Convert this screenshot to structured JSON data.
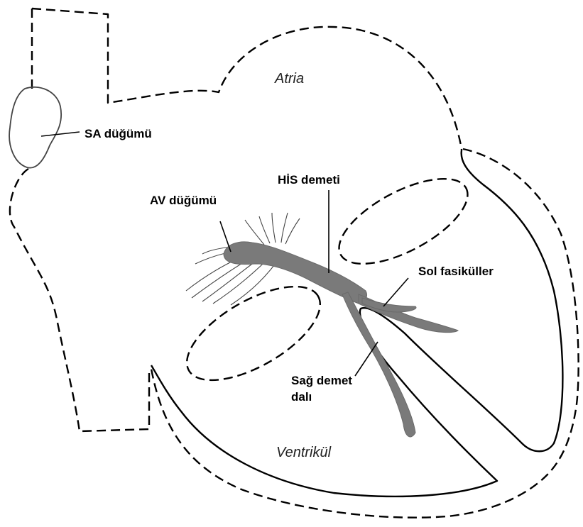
{
  "labels": {
    "atria": "Atria",
    "ventricle": "Ventrikül",
    "sa_node": "SA düğümü",
    "av_node": "AV düğümü",
    "his_bundle": "HİS demeti",
    "left_fascicles": "Sol fasiküller",
    "right_bundle_line1": "Sağ demet",
    "right_bundle_line2": "dalı"
  },
  "colors": {
    "outline": "#000000",
    "conduction_system": "#7a7a7a",
    "background": "#ffffff"
  }
}
